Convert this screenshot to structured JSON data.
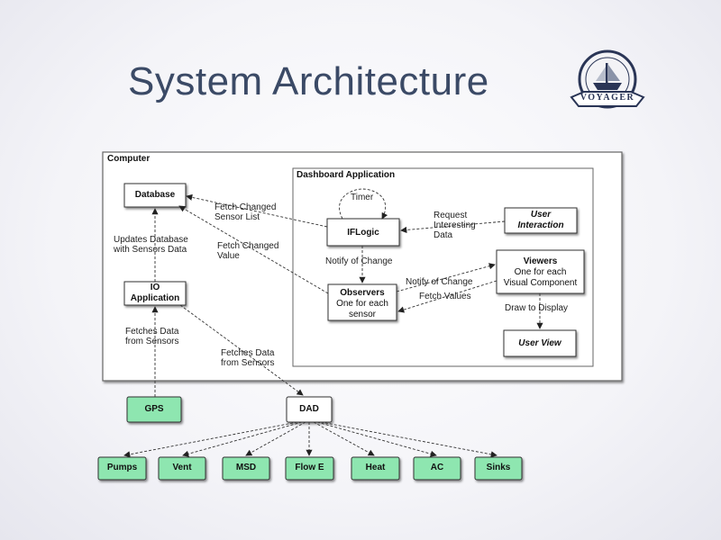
{
  "title": "System Architecture",
  "logo": {
    "text": "VOYAGER",
    "icon": "voyager-ship-logo"
  },
  "diagram": {
    "computer_label": "Computer",
    "dashboard_label": "Dashboard Application",
    "database": "Database",
    "io_app_line1": "IO",
    "io_app_line2": "Application",
    "iflogic": "IFLogic",
    "user_interaction_line1": "User",
    "user_interaction_line2": "Interaction",
    "viewers_title": "Viewers",
    "viewers_sub1": "One for each",
    "viewers_sub2": "Visual Component",
    "observers_title": "Observers",
    "observers_sub1": "One for each",
    "observers_sub2": "sensor",
    "user_view": "User View",
    "gps": "GPS",
    "dad": "DAD",
    "devices": [
      "Pumps",
      "Vent",
      "MSD",
      "Flow E",
      "Heat",
      "AC",
      "Sinks"
    ],
    "notes": {
      "timer": "Timer",
      "fetch_changed_list1": "Fetch Changed",
      "fetch_changed_list2": "Sensor List",
      "fetch_changed_value1": "Fetch Changed",
      "fetch_changed_value2": "Value",
      "updates_db1": "Updates Database",
      "updates_db2": "with Sensors Data",
      "request1": "Request",
      "request2": "Interesting",
      "request3": "Data",
      "notify1": "Notify of Change",
      "notify2": "Notify of Change",
      "fetch_values": "Fetch Values",
      "draw": "Draw to Display",
      "fetches_io1": "Fetches Data",
      "fetches_io2": "from Sensors",
      "fetches_dad1": "Fetches Data",
      "fetches_dad2": "from Sensors"
    }
  }
}
